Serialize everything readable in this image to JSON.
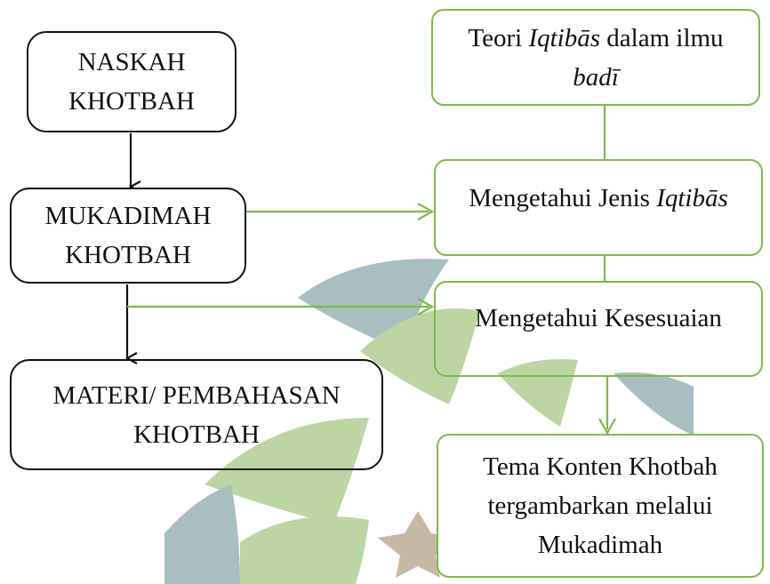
{
  "left_boxes": {
    "naskah": [
      "NASKAH",
      "KHOTBAH"
    ],
    "mukadimah": [
      "MUKADIMAH",
      "KHOTBAH"
    ],
    "materi": [
      "MATERI/ PEMBAHASAN",
      "KHOTBAH"
    ]
  },
  "right_boxes": {
    "teori": {
      "line1_prefix": "Teori  ",
      "line1_italic": "Iqtibās",
      "line1_suffix": " dalam ilmu",
      "line2_italic": "badī"
    },
    "jenis": {
      "prefix": "Mengetahui Jenis ",
      "italic": "Iqtibās"
    },
    "kesesuaian": "Mengetahui Kesesuaian",
    "tema": [
      "Tema Konten Khotbah",
      "tergambarkan melalui",
      "Mukadimah"
    ]
  },
  "colors": {
    "black_stroke": "#111111",
    "green_stroke": "#7cbb48",
    "watermark_teal": "#a9bec0",
    "watermark_green": "#bcd6a3",
    "watermark_tan": "#c7b8a5"
  }
}
